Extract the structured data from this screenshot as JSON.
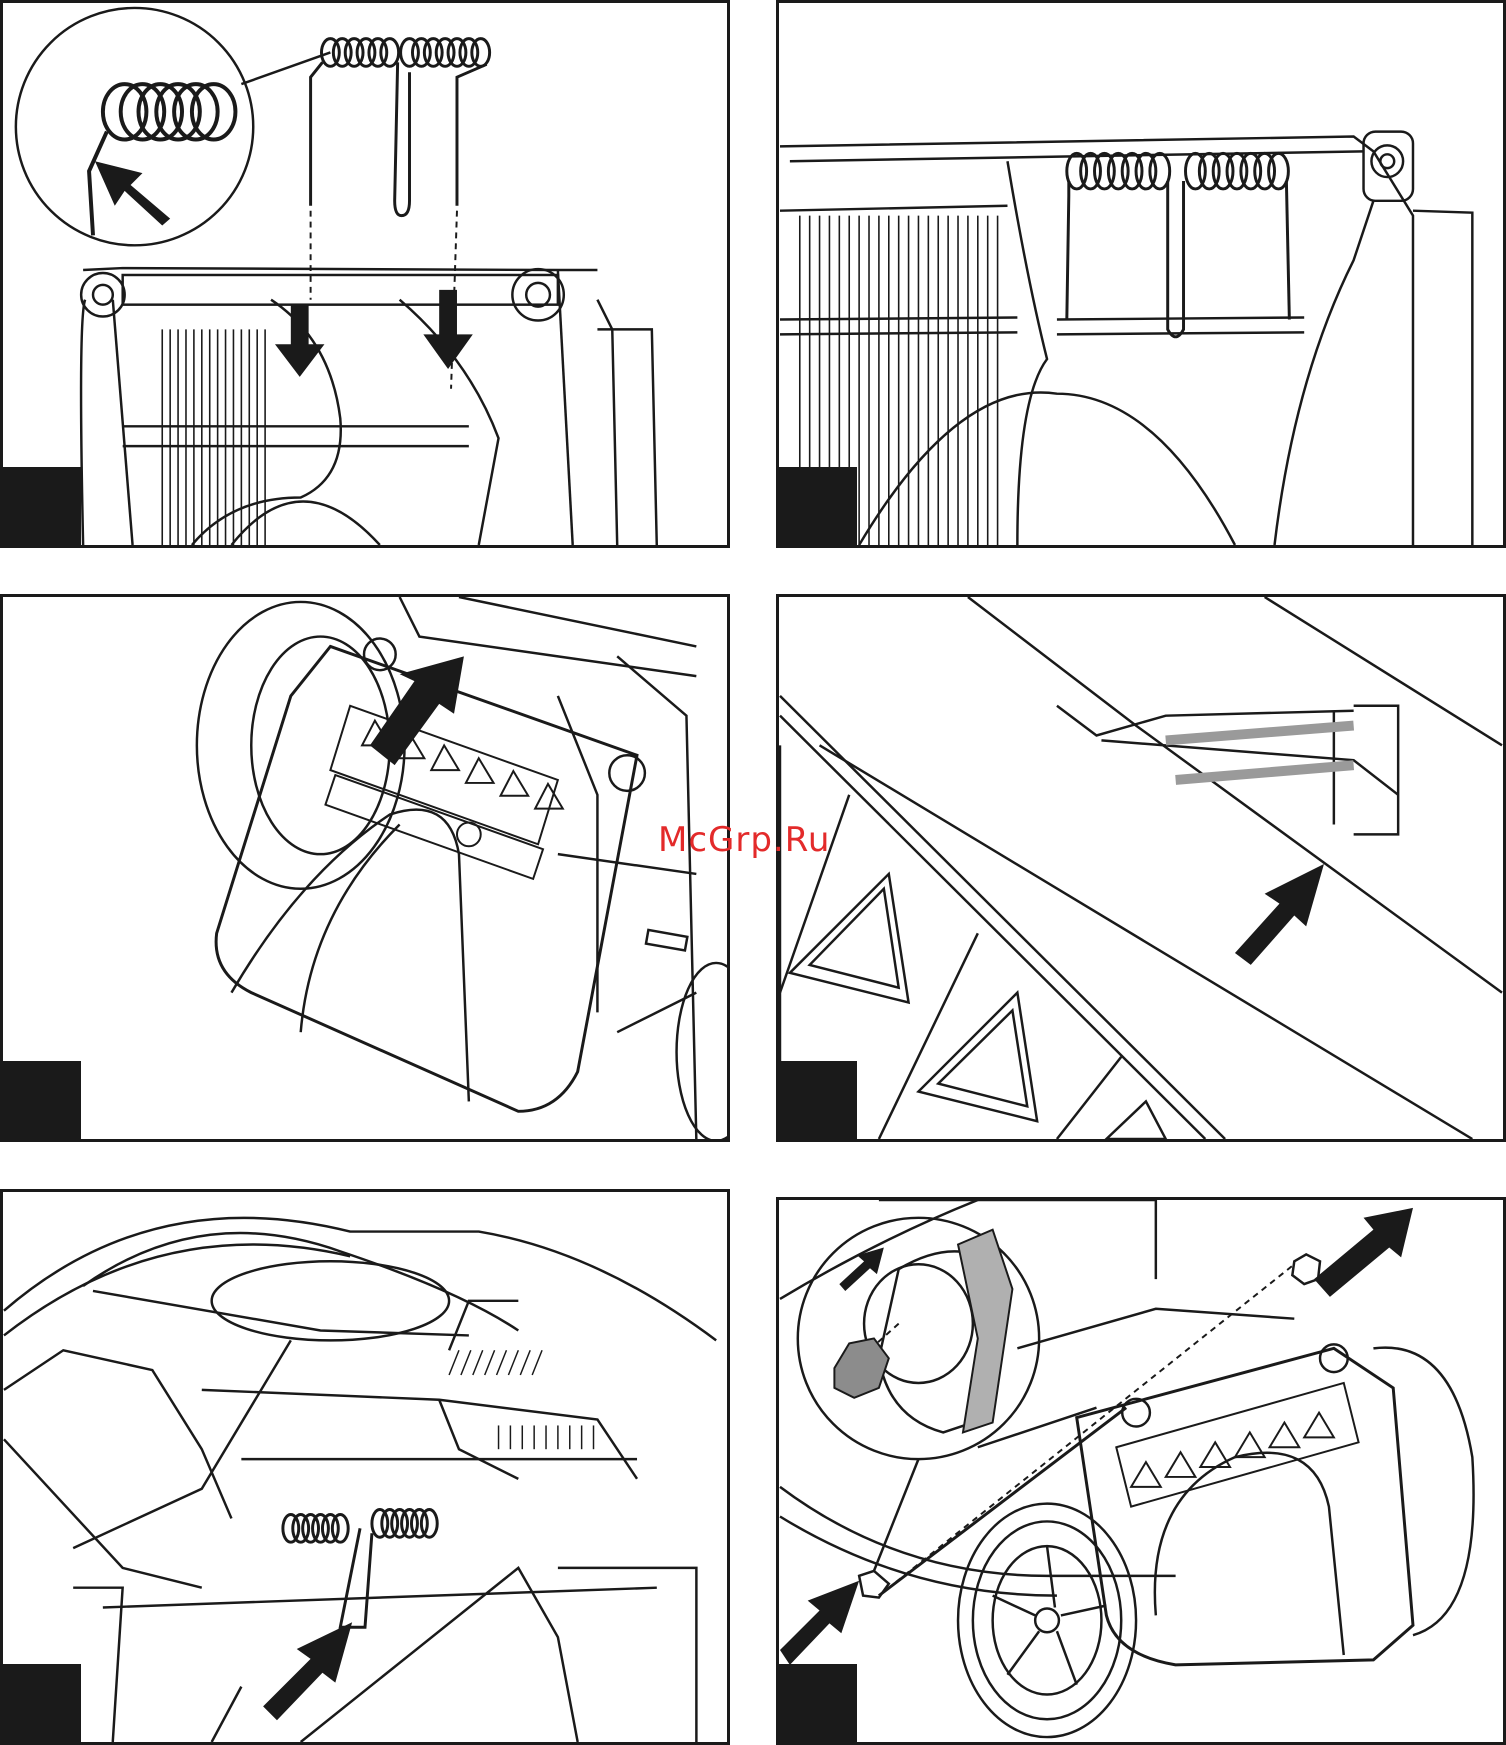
{
  "watermark": {
    "text": "McGrp.Ru",
    "color": "#e32a2a"
  },
  "panels": [
    {
      "id": 1,
      "icons": [
        "spring-icon",
        "arrow-icon",
        "magnifier-icon"
      ]
    },
    {
      "id": 2,
      "icons": [
        "spring-icon"
      ]
    },
    {
      "id": 3,
      "icons": [
        "arrow-icon",
        "warning-label-icon"
      ]
    },
    {
      "id": 4,
      "icons": [
        "arrow-icon",
        "warning-label-icon"
      ]
    },
    {
      "id": 5,
      "icons": [
        "spring-icon",
        "arrow-icon"
      ]
    },
    {
      "id": 6,
      "icons": [
        "arrow-icon",
        "magnifier-icon",
        "wheel-icon"
      ]
    }
  ]
}
